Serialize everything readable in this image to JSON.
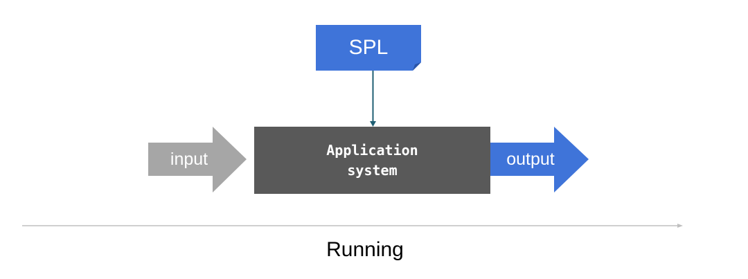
{
  "diagram": {
    "nodes": {
      "spl": {
        "text": "SPL"
      },
      "input": {
        "text": "input"
      },
      "app": {
        "line1": "Application",
        "line2": "system"
      },
      "output": {
        "text": "output"
      }
    },
    "timeline": {
      "label": "Running"
    },
    "edges": [
      {
        "from": "spl",
        "to": "app",
        "style": "arrow"
      },
      {
        "from": "input",
        "to": "app",
        "style": "block-arrow"
      },
      {
        "from": "app",
        "to": "output",
        "style": "block-arrow"
      }
    ]
  },
  "colors": {
    "spl_fill": "#3F74D9",
    "input_fill": "#A6A6A6",
    "app_fill": "#595959",
    "output_fill": "#3F74D9",
    "connector": "#1F5F73",
    "timeline": "#BFBFBF",
    "text_light": "#FFFFFF",
    "text_dark": "#000000"
  }
}
